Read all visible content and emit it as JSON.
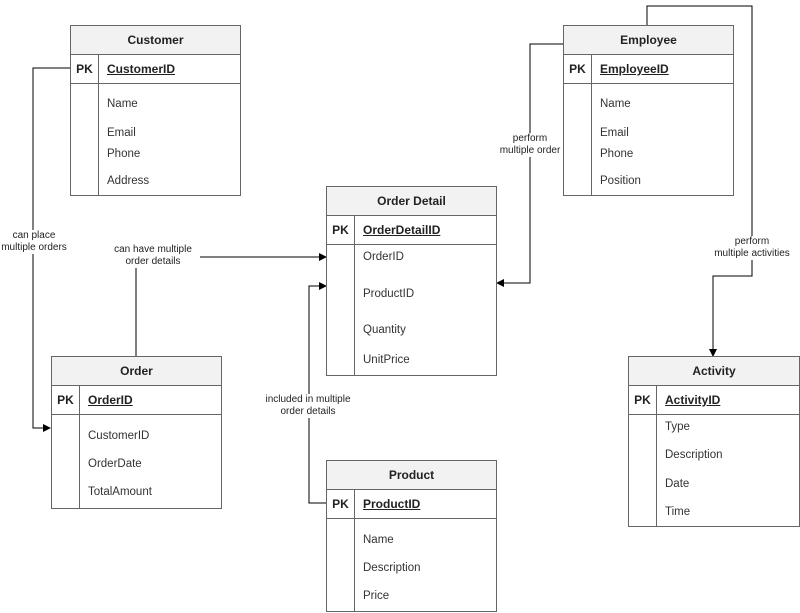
{
  "entities": {
    "customer": {
      "title": "Customer",
      "pk": "PK",
      "key": "CustomerID",
      "fields": [
        "Name",
        "Email",
        "Phone",
        "Address"
      ]
    },
    "employee": {
      "title": "Employee",
      "pk": "PK",
      "key": "EmployeeID",
      "fields": [
        "Name",
        "Email",
        "Phone",
        "Position"
      ]
    },
    "orderdetail": {
      "title": "Order Detail",
      "pk": "PK",
      "key": "OrderDetailID",
      "fields": [
        "OrderID",
        "ProductID",
        "Quantity",
        "UnitPrice"
      ]
    },
    "order": {
      "title": "Order",
      "pk": "PK",
      "key": "OrderID",
      "fields": [
        "CustomerID",
        "OrderDate",
        "TotalAmount"
      ]
    },
    "product": {
      "title": "Product",
      "pk": "PK",
      "key": "ProductID",
      "fields": [
        "Name",
        "Description",
        "Price"
      ]
    },
    "activity": {
      "title": "Activity",
      "pk": "PK",
      "key": "ActivityID",
      "fields": [
        "Type",
        "Description",
        "Date",
        "Time"
      ]
    }
  },
  "relationships": {
    "customer_order": {
      "line1": "can place",
      "line2": "multiple orders"
    },
    "order_orderdetail": {
      "line1": "can have multiple",
      "line2": "order details"
    },
    "employee_orderdetail": {
      "line1": "perform",
      "line2": "multiple order"
    },
    "product_orderdetail": {
      "line1": "included in multiple",
      "line2": "order details"
    },
    "employee_activity": {
      "line1": "perform",
      "line2": "multiple activities"
    }
  },
  "colors": {
    "border": "#666666",
    "header_fill": "#f2f2f2",
    "line": "#000000"
  }
}
